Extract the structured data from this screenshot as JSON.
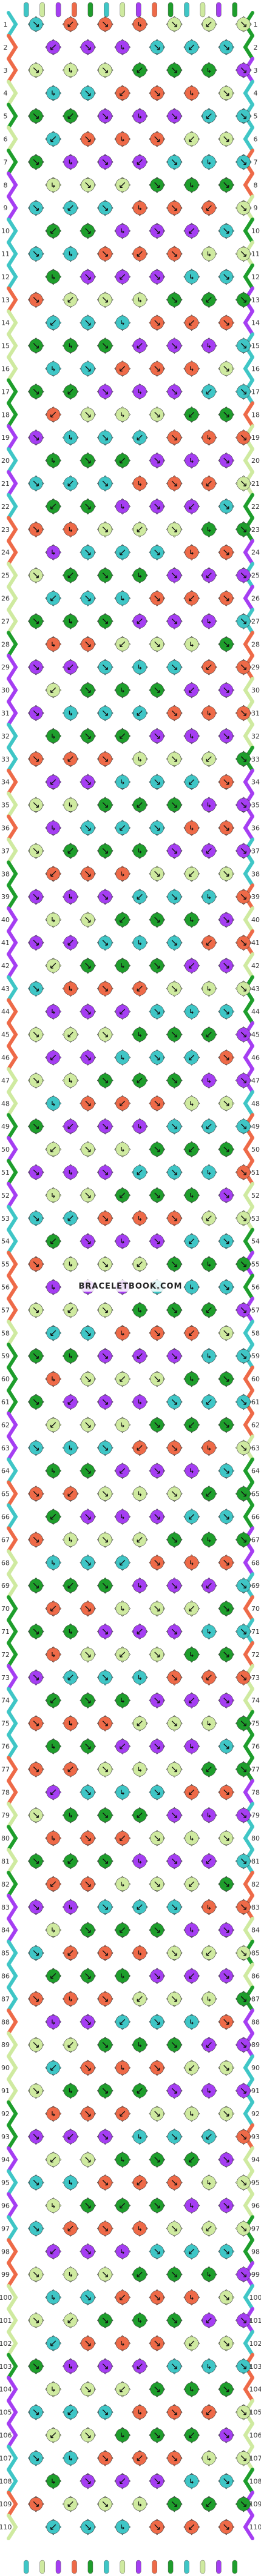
{
  "pattern": {
    "rows": 110,
    "columns": 13,
    "strands": 14,
    "watermark": "BRACELETBOOK.COM",
    "strand_colors": [
      "#3fc6c6",
      "#cfeaa0",
      "#a53ef2",
      "#ee6a48",
      "#1e9e2c",
      "#3fc6c6",
      "#cfeaa0",
      "#a53ef2",
      "#ee6a48",
      "#1e9e2c",
      "#3fc6c6",
      "#cfeaa0",
      "#a53ef2",
      "#1e9e2c"
    ],
    "palette": {
      "turquoise": "#3fc6c6",
      "light_green": "#cfeaa0",
      "purple": "#a53ef2",
      "coral": "#ee6a48",
      "green": "#1e9e2c"
    },
    "row_labels_left": [
      "1",
      "2",
      "3",
      "4",
      "5",
      "6",
      "7",
      "8",
      "9",
      "10",
      "11",
      "12",
      "13",
      "14",
      "15",
      "16",
      "17",
      "18",
      "19",
      "20",
      "21",
      "22",
      "23",
      "24",
      "25",
      "26",
      "27",
      "28",
      "29",
      "30",
      "31",
      "32",
      "33",
      "34",
      "35",
      "36",
      "37",
      "38",
      "39",
      "40",
      "41",
      "42",
      "43",
      "44",
      "45",
      "46",
      "47",
      "48",
      "49",
      "50",
      "51",
      "52",
      "53",
      "54",
      "55",
      "56",
      "57",
      "58",
      "59",
      "60",
      "61",
      "62",
      "63",
      "64",
      "65",
      "66",
      "67",
      "68",
      "69",
      "70",
      "71",
      "72",
      "73",
      "74",
      "75",
      "76",
      "77",
      "78",
      "79",
      "80",
      "81",
      "82",
      "83",
      "84",
      "85",
      "86",
      "87",
      "88",
      "89",
      "90",
      "91",
      "92",
      "93",
      "94",
      "95",
      "96",
      "97",
      "98",
      "99",
      "100",
      "101",
      "102",
      "103",
      "104",
      "105",
      "106",
      "107",
      "108",
      "109",
      "110"
    ]
  }
}
